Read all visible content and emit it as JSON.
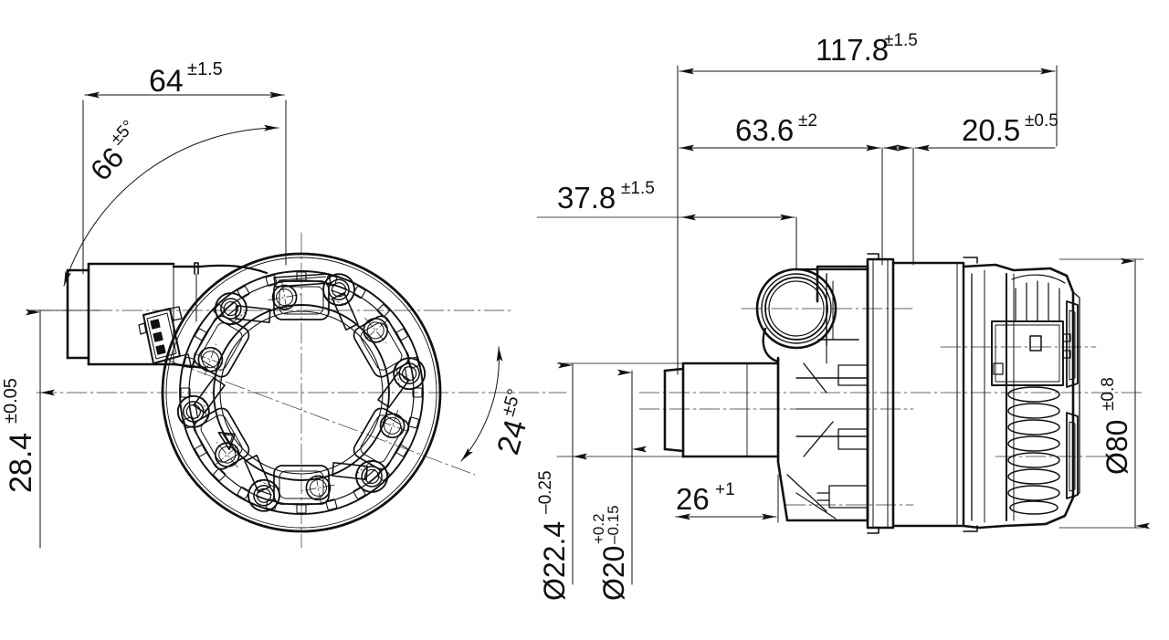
{
  "drawing": {
    "type": "engineering-dimension-drawing",
    "subject": "electric coolant water pump",
    "background_color": "#ffffff",
    "line_color": "#111111",
    "views": [
      {
        "id": "front-view",
        "name": "front axial view",
        "description": "circular mounting flange with bosses, screws and 3-pin connector"
      },
      {
        "id": "side-view",
        "name": "side section view",
        "description": "pump housing with inlet ports, mounting flange and finned motor housing"
      }
    ]
  },
  "dimensions": {
    "d64": {
      "value": "64",
      "tol": "±1.5",
      "label": "64±1.5",
      "orientation": "horizontal",
      "view": "front-view"
    },
    "d66": {
      "value": "66",
      "tol": "±5°",
      "label": "66±5°",
      "orientation": "rotated",
      "view": "front-view"
    },
    "d28_4": {
      "value": "28.4",
      "tol": "±0.05",
      "label": "28.4±0.05",
      "orientation": "vertical",
      "view": "front-view"
    },
    "d24": {
      "value": "24",
      "tol": "±5°",
      "label": "24±5°",
      "orientation": "rotated",
      "view": "front-view"
    },
    "d117_8": {
      "value": "117.8",
      "tol": "±1.5",
      "label": "117.8±1.5",
      "orientation": "horizontal",
      "view": "side-view"
    },
    "d63_6": {
      "value": "63.6",
      "tol": "±2",
      "label": "63.6±2",
      "orientation": "horizontal",
      "view": "side-view"
    },
    "d20_5": {
      "value": "20.5",
      "tol": "±0.5",
      "label": "20.5±0.5",
      "orientation": "horizontal",
      "view": "side-view"
    },
    "d37_8": {
      "value": "37.8",
      "tol": "±1.5",
      "label": "37.8±1.5",
      "orientation": "horizontal",
      "view": "side-view"
    },
    "d26": {
      "value": "26",
      "tol": "+1",
      "label": "26+1",
      "orientation": "horizontal",
      "view": "side-view"
    },
    "d22_4": {
      "symbol": "Ø",
      "value": "22.4",
      "tol_upper": "",
      "tol_lower": "–0.25",
      "label": "Ø22.4–0.25",
      "orientation": "vertical",
      "view": "side-view"
    },
    "d20": {
      "symbol": "Ø",
      "value": "20",
      "tol_upper": "+0.2",
      "tol_lower": "–0.15",
      "label": "Ø20+0.2/–0.15",
      "orientation": "vertical",
      "view": "side-view"
    },
    "d80": {
      "symbol": "Ø",
      "value": "80",
      "tol": "±0.8",
      "label": "Ø80±0.8",
      "orientation": "vertical",
      "view": "side-view"
    }
  },
  "symbols": {
    "diameter": "Ø",
    "plusminus": "±",
    "degree": "°",
    "minus": "–",
    "plus": "+"
  },
  "text": {
    "t64_main": "64",
    "t64_tol": "±1.5",
    "t66_main": "66",
    "t66_tol": "±5°",
    "t28_main": "28.4",
    "t28_tol": "±0.05",
    "t24_main": "24",
    "t24_tol": "±5°",
    "t117_main": "117.8",
    "t117_tol": "±1.5",
    "t636_main": "63.6",
    "t636_tol": "±2",
    "t205_main": "20.5",
    "t205_tol": "±0.5",
    "t378_main": "37.8",
    "t378_tol": "±1.5",
    "t26_main": "26",
    "t26_tol": "+1",
    "t224_main": "Ø22.4",
    "t224_tol": "–0.25",
    "t20_main": "Ø20",
    "t20_tol_up": "+0.2",
    "t20_tol_lo": "–0.15",
    "t80_main": "Ø80",
    "t80_tol": "±0.8"
  }
}
